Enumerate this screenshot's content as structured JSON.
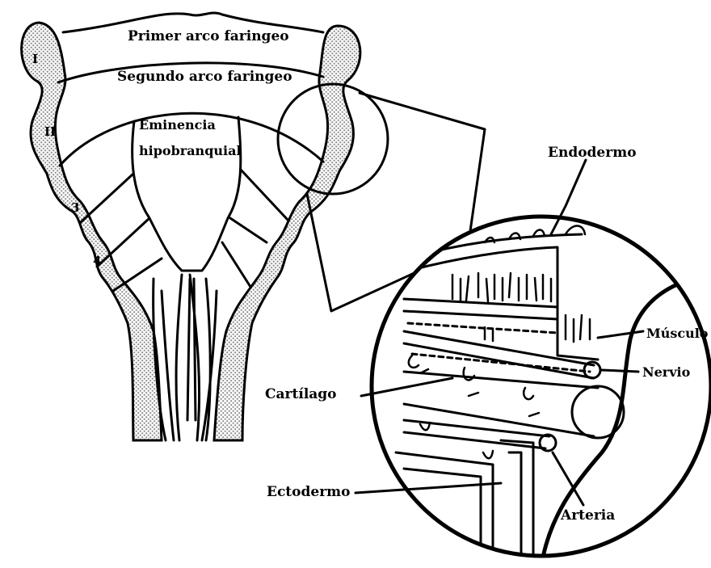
{
  "labels": {
    "primer_arco": "Primer arco faringeo",
    "segundo_arco": "Segundo arco faringeo",
    "eminencia_line1": "Eminencia",
    "eminencia_line2": "hipobranquial",
    "endodermo": "Endodermo",
    "musculo": "Músculo",
    "nervio": "Nervio",
    "cartilago": "Cartílago",
    "ectodermo": "Ectodermo",
    "arteria": "Arteria"
  },
  "arch_numerals": [
    "I",
    "II",
    "3",
    "4"
  ],
  "colors": {
    "ink": "#000000",
    "background": "#ffffff",
    "stipple": "#8a8a8a"
  }
}
